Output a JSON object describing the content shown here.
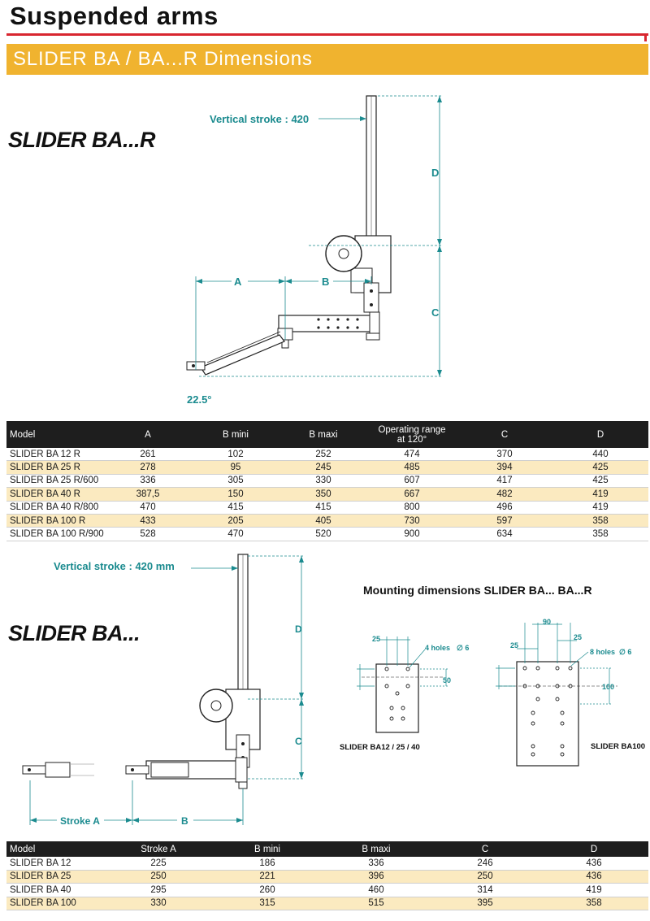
{
  "header": {
    "title": "Suspended arms",
    "subtitle": "SLIDER BA / BA...R Dimensions"
  },
  "section_r": {
    "heading": "SLIDER BA...R",
    "drawing": {
      "vertical_stroke": "Vertical stroke : 420",
      "dim_a": "A",
      "dim_b": "B",
      "dim_c": "C",
      "dim_d": "D",
      "angle": "22.5°"
    }
  },
  "table_r": {
    "headers": [
      "Model",
      "A",
      "B mini",
      "B maxi",
      "Operating range at 120°",
      "C",
      "D"
    ],
    "header_range_line1": "Operating range",
    "header_range_line2": "at 120°",
    "rows": [
      [
        "SLIDER BA 12 R",
        "261",
        "102",
        "252",
        "474",
        "370",
        "440"
      ],
      [
        "SLIDER BA 25 R",
        "278",
        "95",
        "245",
        "485",
        "394",
        "425"
      ],
      [
        "SLIDER BA 25 R/600",
        "336",
        "305",
        "330",
        "607",
        "417",
        "425"
      ],
      [
        "SLIDER BA 40 R",
        "387,5",
        "150",
        "350",
        "667",
        "482",
        "419"
      ],
      [
        "SLIDER BA 40 R/800",
        "470",
        "415",
        "415",
        "800",
        "496",
        "419"
      ],
      [
        "SLIDER BA 100 R",
        "433",
        "205",
        "405",
        "730",
        "597",
        "358"
      ],
      [
        "SLIDER BA 100 R/900",
        "528",
        "470",
        "520",
        "900",
        "634",
        "358"
      ]
    ]
  },
  "section_ba": {
    "heading": "SLIDER BA...",
    "drawing": {
      "vertical_stroke": "Vertical stroke : 420 mm",
      "stroke_a": "Stroke A",
      "dim_b": "B",
      "dim_c": "C",
      "dim_d": "D"
    }
  },
  "mounting": {
    "title": "Mounting dimensions SLIDER BA... BA...R",
    "small": {
      "dim_25": "25",
      "holes": "4 holes",
      "dia": "∅ 6",
      "dim_50": "50",
      "caption": "SLIDER BA12 / 25 / 40"
    },
    "large": {
      "dim_90": "90",
      "dim_25a": "25",
      "dim_25b": "25",
      "holes": "8 holes",
      "dia": "∅ 6",
      "dim_100": "100",
      "caption": "SLIDER BA100"
    }
  },
  "table_ba": {
    "headers": [
      "Model",
      "Stroke A",
      "B mini",
      "B maxi",
      "C",
      "D"
    ],
    "rows": [
      [
        "SLIDER BA 12",
        "225",
        "186",
        "336",
        "246",
        "436"
      ],
      [
        "SLIDER BA 25",
        "250",
        "221",
        "396",
        "250",
        "436"
      ],
      [
        "SLIDER BA 40",
        "295",
        "260",
        "460",
        "314",
        "419"
      ],
      [
        "SLIDER BA 100",
        "330",
        "315",
        "515",
        "395",
        "358"
      ]
    ]
  },
  "colors": {
    "accent_red": "#d8262f",
    "banner_yellow": "#f0b32f",
    "dimension_teal": "#1b8b8f",
    "row_highlight": "#fbeac0"
  }
}
